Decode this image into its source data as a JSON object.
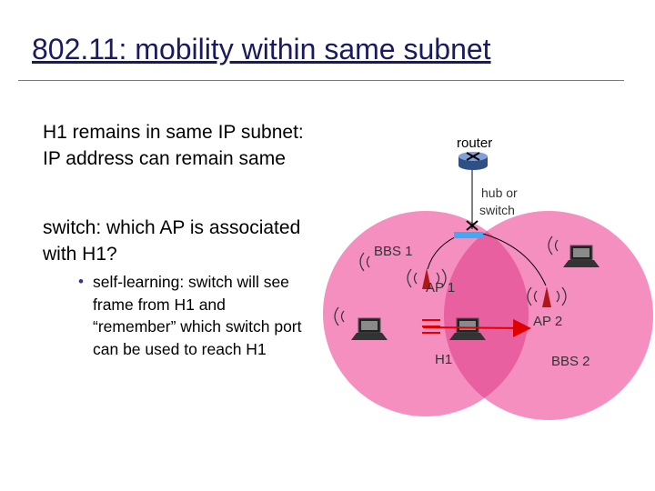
{
  "slide": {
    "title": "802.11: mobility within same subnet",
    "paragraph_1": "H1 remains in same IP subnet: IP address can remain same",
    "paragraph_2": "switch: which AP is associated with H1?",
    "bullet_1": "self-learning: switch will see frame from H1 and “remember” which switch port can be used to reach H1"
  },
  "diagram": {
    "router_label": "router",
    "switch_label_line1": "hub or",
    "switch_label_line2": "switch",
    "bss1_label": "BBS 1",
    "bss2_label": "BBS 2",
    "ap1_label": "AP 1",
    "ap2_label": "AP 2",
    "h1_label": "H1",
    "colors": {
      "cell_fill": "#f58fc0",
      "overlap_fill": "#e8609f",
      "router_body": "#4d6fa8",
      "ap_body": "#b01818",
      "move_arrow": "#e00000",
      "switch_body": "#3fa9f5"
    }
  }
}
